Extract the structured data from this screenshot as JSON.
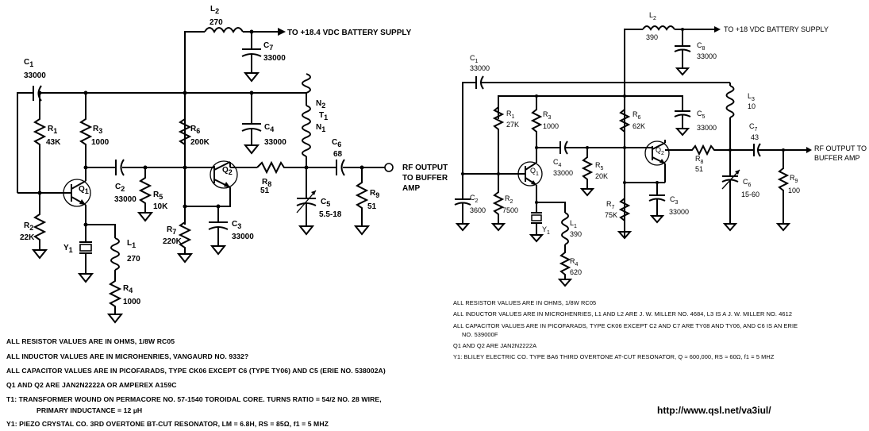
{
  "url": "http://www.qsl.net/va3iul/",
  "left": {
    "supply_label": "TO +18.4 VDC BATTERY SUPPLY",
    "output_label": [
      "RF OUTPUT",
      "TO BUFFER",
      "AMP"
    ],
    "components": {
      "L2": {
        "name": "L",
        "sub": "2",
        "value": "270"
      },
      "C7": {
        "name": "C",
        "sub": "7",
        "value": "33000"
      },
      "C1": {
        "name": "C",
        "sub": "1",
        "value": "33000"
      },
      "N2": {
        "name": "N",
        "sub": "2"
      },
      "T1": {
        "name": "T",
        "sub": "1"
      },
      "N1": {
        "name": "N",
        "sub": "1"
      },
      "R1": {
        "name": "R",
        "sub": "1",
        "value": "43K"
      },
      "R3": {
        "name": "R",
        "sub": "3",
        "value": "1000"
      },
      "R6": {
        "name": "R",
        "sub": "6",
        "value": "200K"
      },
      "C4": {
        "name": "C",
        "sub": "4",
        "value": "33000"
      },
      "C6": {
        "name": "C",
        "sub": "6",
        "value": "68"
      },
      "Q1": {
        "name": "Q",
        "sub": "1"
      },
      "C2": {
        "name": "C",
        "sub": "2",
        "value": "33000"
      },
      "R5": {
        "name": "R",
        "sub": "5",
        "value": "10K"
      },
      "Q2": {
        "name": "Q",
        "sub": "2"
      },
      "R8": {
        "name": "R",
        "sub": "8",
        "value": "51"
      },
      "C5": {
        "name": "C",
        "sub": "5",
        "value": "5.5-18"
      },
      "R9": {
        "name": "R",
        "sub": "9",
        "value": "51"
      },
      "R2": {
        "name": "R",
        "sub": "2",
        "value": "22K"
      },
      "R7": {
        "name": "R",
        "sub": "7",
        "value": "220K"
      },
      "C3": {
        "name": "C",
        "sub": "3",
        "value": "33000"
      },
      "Y1": {
        "name": "Y",
        "sub": "1"
      },
      "L1": {
        "name": "L",
        "sub": "1",
        "value": "270"
      },
      "R4": {
        "name": "R",
        "sub": "4",
        "value": "1000"
      }
    },
    "notes": [
      "ALL RESISTOR VALUES ARE IN OHMS, 1/8W RC05",
      "ALL INDUCTOR VALUES ARE IN MICROHENRIES, VANGAURD NO. 9332?",
      "ALL CAPACITOR VALUES ARE IN PICOFARADS, TYPE CK06 EXCEPT C6 (TYPE TY06) AND C5 (ERIE NO. 538002A)",
      "Q1 AND Q2 ARE JAN2N2222A OR AMPEREX A159C",
      "T1: TRANSFORMER WOUND ON PERMACORE NO. 57-1540 TOROIDAL CORE. TURNS RATIO = 54/2 NO. 28 WIRE,",
      "PRIMARY INDUCTANCE = 12 µH",
      "Y1: PIEZO CRYSTAL CO. 3RD OVERTONE BT-CUT RESONATOR, LM = 6.8H, RS = 85Ω, f1 = 5 MHZ"
    ]
  },
  "right": {
    "supply_label": "TO +18 VDC BATTERY SUPPLY",
    "output_label": [
      "RF OUTPUT TO",
      "BUFFER AMP"
    ],
    "components": {
      "L2": {
        "name": "L",
        "sub": "2",
        "value": "390"
      },
      "C8": {
        "name": "C",
        "sub": "8",
        "value": "33000"
      },
      "C1": {
        "name": "C",
        "sub": "1",
        "value": "33000"
      },
      "L3": {
        "name": "L",
        "sub": "3",
        "value": "10"
      },
      "R1": {
        "name": "R",
        "sub": "1",
        "value": "27K"
      },
      "R3": {
        "name": "R",
        "sub": "3",
        "value": "1000"
      },
      "R6": {
        "name": "R",
        "sub": "6",
        "value": "62K"
      },
      "C5": {
        "name": "C",
        "sub": "5",
        "value": "33000"
      },
      "C7": {
        "name": "C",
        "sub": "7",
        "value": "43"
      },
      "C4": {
        "name": "C",
        "sub": "4",
        "value": "33000"
      },
      "R5": {
        "name": "R",
        "sub": "5",
        "value": "20K"
      },
      "Q1": {
        "name": "Q",
        "sub": "1"
      },
      "Q2": {
        "name": "Q",
        "sub": "2"
      },
      "R8": {
        "name": "R",
        "sub": "8",
        "value": "51"
      },
      "C6": {
        "name": "C",
        "sub": "6",
        "value": "15-60"
      },
      "R9": {
        "name": "R",
        "sub": "9",
        "value": "100"
      },
      "C2": {
        "name": "C",
        "sub": "2",
        "value": "3600"
      },
      "R2": {
        "name": "R",
        "sub": "2",
        "value": "7500"
      },
      "R7": {
        "name": "R",
        "sub": "7",
        "value": "75K"
      },
      "C3": {
        "name": "C",
        "sub": "3",
        "value": "33000"
      },
      "Y1": {
        "name": "Y",
        "sub": "1"
      },
      "L1": {
        "name": "L",
        "sub": "1",
        "value": "390"
      },
      "R4": {
        "name": "R",
        "sub": "4",
        "value": "620"
      }
    },
    "notes": [
      "ALL RESISTOR VALUES ARE IN OHMS, 1/8W RC05",
      "ALL INDUCTOR VALUES ARE IN MICROHENRIES, L1 AND L2 ARE J. W. MILLER NO. 4684, L3 IS A J. W. MILLER NO. 4612",
      "ALL CAPACITOR VALUES ARE IN PICOFARADS, TYPE CK06 EXCEPT C2 AND C7 ARE TY08 AND TY06, AND C6 IS AN ERIE",
      "NO. 539000F",
      "Q1 AND Q2 ARE JAN2N2222A",
      "Y1: BLILEY ELECTRIC CO. TYPE BA6 THIRD OVERTONE AT-CUT RESONATOR, Q ≈ 600,000, RS ≈ 60Ω, f1 = 5 MHZ"
    ]
  }
}
